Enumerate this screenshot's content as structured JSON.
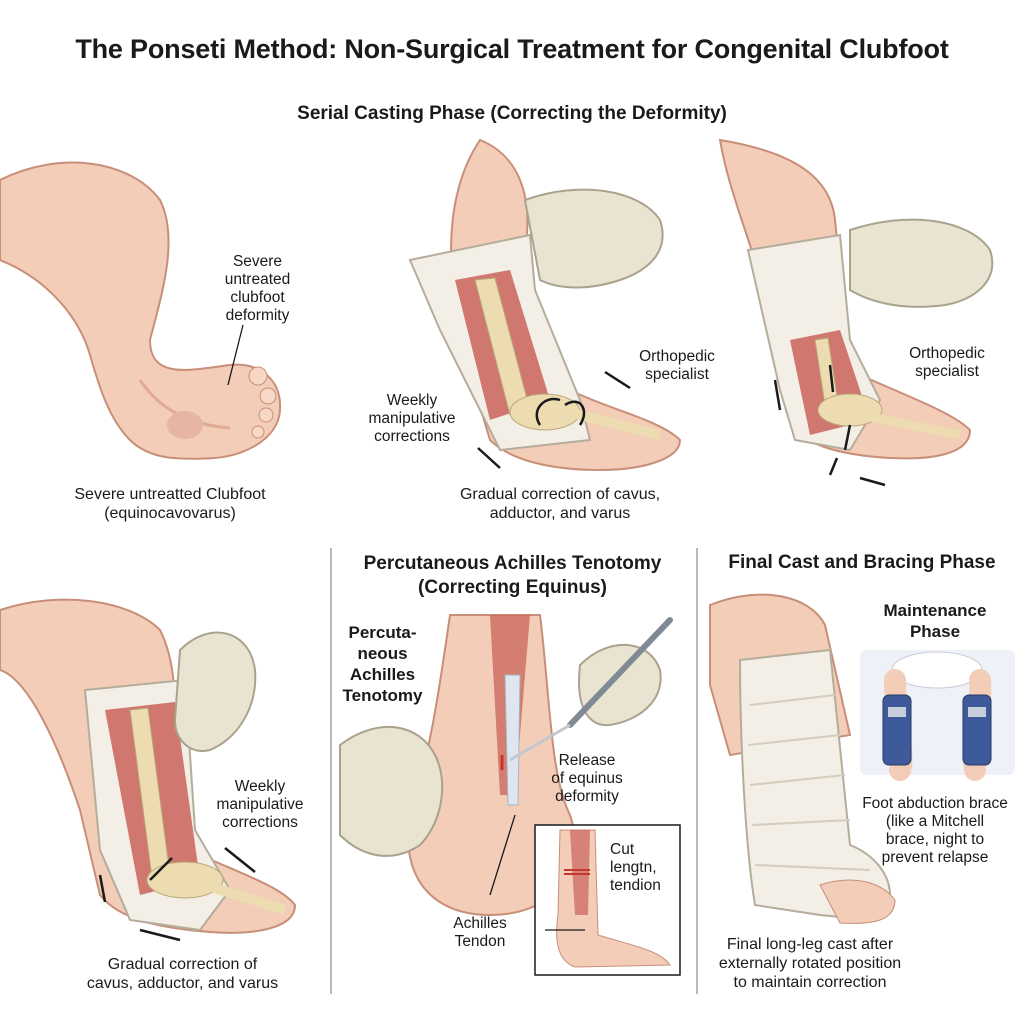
{
  "title": "The Ponseti Method: Non-Surgical Treatment for Congenital Clubfoot",
  "casting_phase": {
    "heading": "Serial Casting Phase (Correcting the Deformity)",
    "panel1": {
      "label": "Severe\nuntreated\nclubfoot\ndeformity",
      "caption": "Severe untreatted Clubfoot\n(equinocavovarus)"
    },
    "panel2": {
      "label_left": "Weekly\nmanipulative\ncorrections",
      "label_right": "Orthopedic\nspecialist",
      "caption": "Gradual correction of cavus,\nadductor, and varus"
    },
    "panel3": {
      "label_right": "Orthopedic\nspecialist"
    },
    "panel4": {
      "label": "Weekly\nmanipulative\ncorrections",
      "caption": "Gradual correction of\ncavus, adductor, and varus"
    }
  },
  "tenotomy_phase": {
    "heading": "Percutaneous Achilles Tenotomy\n(Correcting Equinus)",
    "side_label": "Percuta-\nneous\nAchilles\nTenotomy",
    "release_label": "Release\nof equinus\ndeformity",
    "tendon_label": "Achilles\nTendon",
    "inset_label": "Cut\nlengtn,\ntendion"
  },
  "bracing_phase": {
    "heading": "Final Cast and Bracing Phase",
    "maintenance_label": "Maintenance\nPhase",
    "brace_caption": "Foot abduction brace\n(like a Mitchell\nbrace, night to\nprevent relapse",
    "cast_caption": "Final long-leg cast after\nexternally rotated position\nto maintain correction"
  },
  "colors": {
    "skin": "#f3cdb8",
    "skin_shadow": "#e2a994",
    "muscle": "#c9625a",
    "bone": "#ecdcb0",
    "cast": "#f3efe6",
    "glove": "#e9e4d2",
    "brace": "#3f5a9a"
  }
}
